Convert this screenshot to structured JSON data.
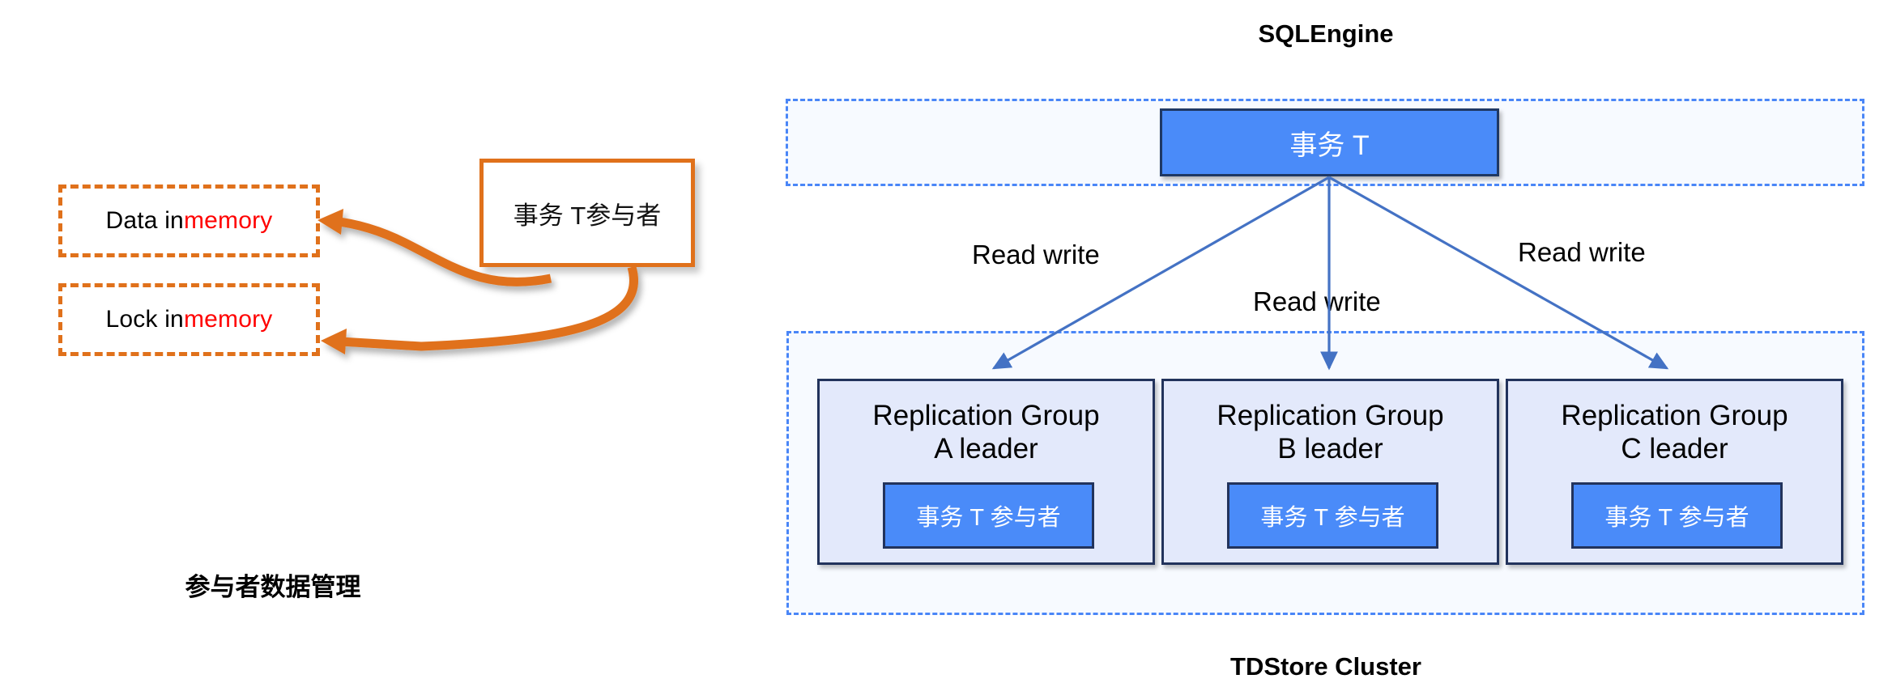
{
  "left_panel": {
    "caption": "参与者数据管理",
    "participant_box": {
      "label": "事务 T参与者"
    },
    "memory_boxes": [
      {
        "prefix": "Data in ",
        "highlight": "memory"
      },
      {
        "prefix": "Lock in ",
        "highlight": "memory"
      }
    ],
    "colors": {
      "orange": "#E0711B",
      "highlight_red": "#FF0000"
    }
  },
  "right_panel": {
    "top_caption": "SQLEngine",
    "bottom_caption": "TDStore Cluster",
    "transaction_box": {
      "label": "事务 T"
    },
    "edge_labels": [
      {
        "text": "Read write"
      },
      {
        "text": "Read write"
      },
      {
        "text": "Read write"
      }
    ],
    "replication_groups": [
      {
        "title_line1": "Replication Group",
        "title_line2": "A leader",
        "participant": "事务 T 参与者"
      },
      {
        "title_line1": "Replication Group",
        "title_line2": "B leader",
        "participant": "事务 T 参与者"
      },
      {
        "title_line1": "Replication Group",
        "title_line2": "C leader",
        "participant": "事务 T 参与者"
      }
    ],
    "colors": {
      "accent_blue": "#4A8BF9",
      "dashed_border": "#4A86F7",
      "container_fill": "#F7FAFF",
      "group_fill": "#E3E9FB",
      "border_dark": "#22335C",
      "arrow": "#4472C4"
    }
  }
}
